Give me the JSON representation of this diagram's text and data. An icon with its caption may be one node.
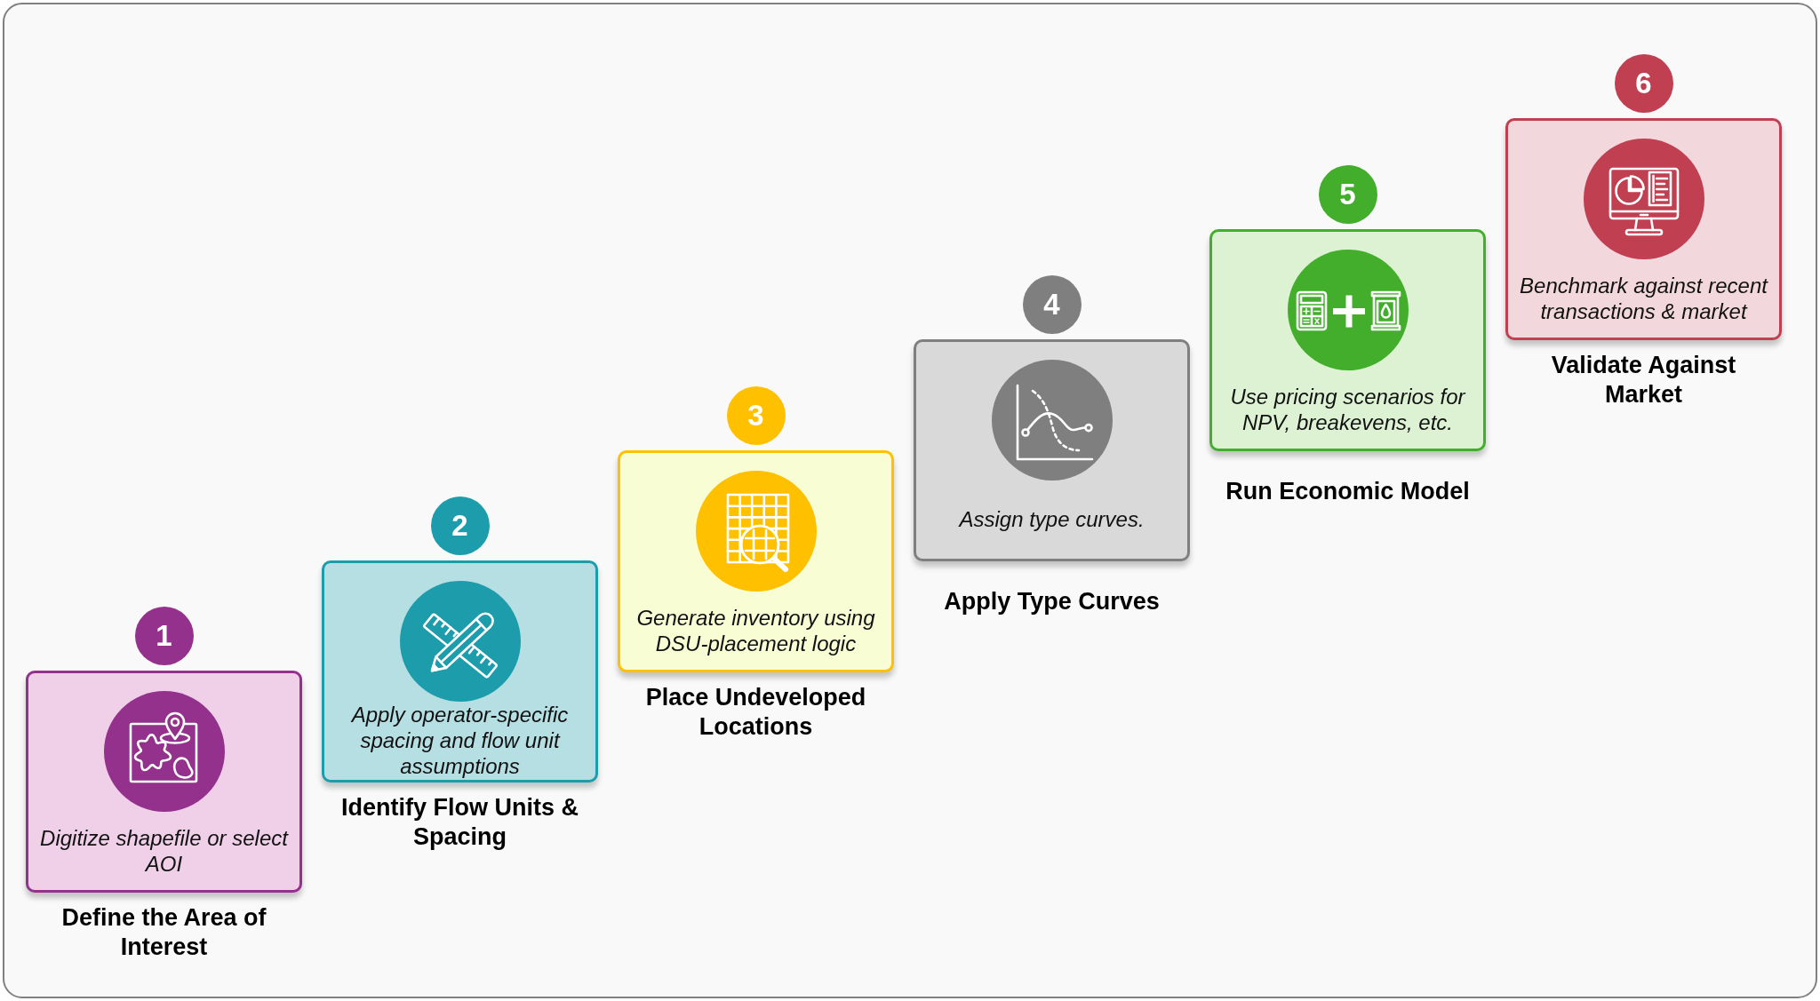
{
  "diagram": {
    "nodes": [
      {
        "text": [
          "1"
        ]
      },
      {
        "text": [
          "Digitize shapefile or select AOI"
        ],
        "beside": [
          "Define the Area of Interest"
        ]
      },
      {
        "text": [
          "2"
        ]
      },
      {
        "text": [
          "Apply operator-specific spacing and flow unit assumptions"
        ],
        "beside": [
          "Identify Flow Units & Spacing"
        ]
      },
      {
        "text": [
          "3"
        ]
      },
      {
        "text": [
          "Generate inventory using DSU-placement logic"
        ],
        "beside": [
          "Place Undeveloped Locations"
        ]
      },
      {
        "text": [
          "4"
        ]
      },
      {
        "text": [
          "Assign type curves."
        ],
        "beside": [
          "Apply Type Curves"
        ]
      },
      {
        "text": [
          "5"
        ]
      },
      {
        "text": [
          "Use pricing scenarios for NPV, breakevens, etc."
        ],
        "beside": [
          "Run Economic Model"
        ]
      },
      {
        "text": [
          "6"
        ]
      },
      {
        "text": [
          "Benchmark against recent transactions & market"
        ],
        "beside": [
          "Validate Against Market"
        ]
      }
    ]
  }
}
